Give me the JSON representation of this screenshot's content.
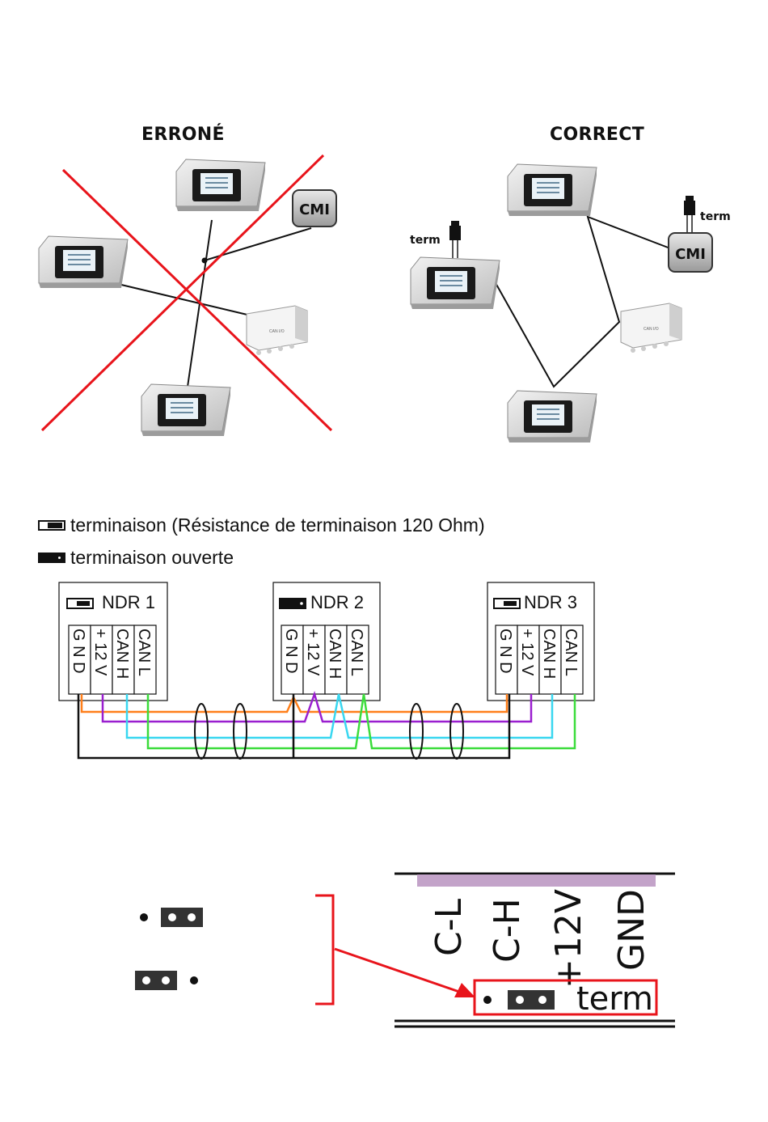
{
  "headings": {
    "wrong": "ERRONÉ",
    "right": "CORRECT"
  },
  "labels": {
    "cmi": "CMI",
    "term": "term"
  },
  "legend": {
    "closed": "terminaison (Résistance de terminaison 120 Ohm)",
    "open": "terminaison ouverte"
  },
  "boxes": [
    {
      "name": "NDR 1"
    },
    {
      "name": "NDR 2"
    },
    {
      "name": "NDR 3"
    }
  ],
  "terminals": [
    "G N D",
    "+ 12 V",
    "CAN H",
    "CAN L"
  ],
  "wire_colors": {
    "gnd": "#111111",
    "v12": "#ff7f1a",
    "canh": "#39d7f0",
    "canl": "#3bdc3b",
    "purple": "#9a1fcf",
    "cross": "#e8141b",
    "bar": "#c3a3c9"
  },
  "detail": {
    "pins": [
      "C-L",
      "C-H",
      "+12V",
      "GND"
    ],
    "term": "term"
  }
}
